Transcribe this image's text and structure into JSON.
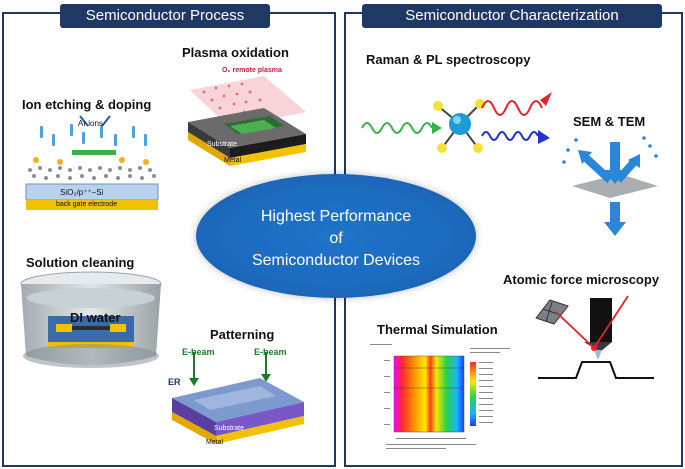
{
  "left_panel": {
    "title": "Semiconductor Process",
    "plasma": {
      "label": "Plasma oxidation",
      "gas": "O₂ remote plasma",
      "substrate": "Substrate",
      "metal": "Metal"
    },
    "ion": {
      "label": "Ion etching & doping",
      "ions": "Ar ions",
      "oxide": "SiO₂/p⁺⁺−Si",
      "gate": "back gate electrode"
    },
    "cleaning": {
      "label": "Solution cleaning",
      "water": "DI water"
    },
    "patterning": {
      "label": "Patterning",
      "beam1": "E-beam",
      "beam2": "E-beam",
      "resist": "ER",
      "substrate": "Substrate",
      "metal": "Metal"
    }
  },
  "right_panel": {
    "title": "Semiconductor Characterization",
    "raman": {
      "label": "Raman & PL spectroscopy"
    },
    "sem": {
      "label": "SEM & TEM"
    },
    "afm": {
      "label": "Atomic force microscopy"
    },
    "thermal": {
      "label": "Thermal Simulation"
    }
  },
  "center": {
    "line1": "Highest Performance",
    "line2": "of",
    "line3": "Semiconductor Devices"
  },
  "colors": {
    "frame": "#1f3864",
    "ellipse": "#1c6cc0",
    "metal": "#f2c200",
    "substrate": "#2b2b2b",
    "arrow_red": "#e5212b",
    "arrow_green": "#36b24a",
    "arrow_blue": "#2233cc"
  }
}
